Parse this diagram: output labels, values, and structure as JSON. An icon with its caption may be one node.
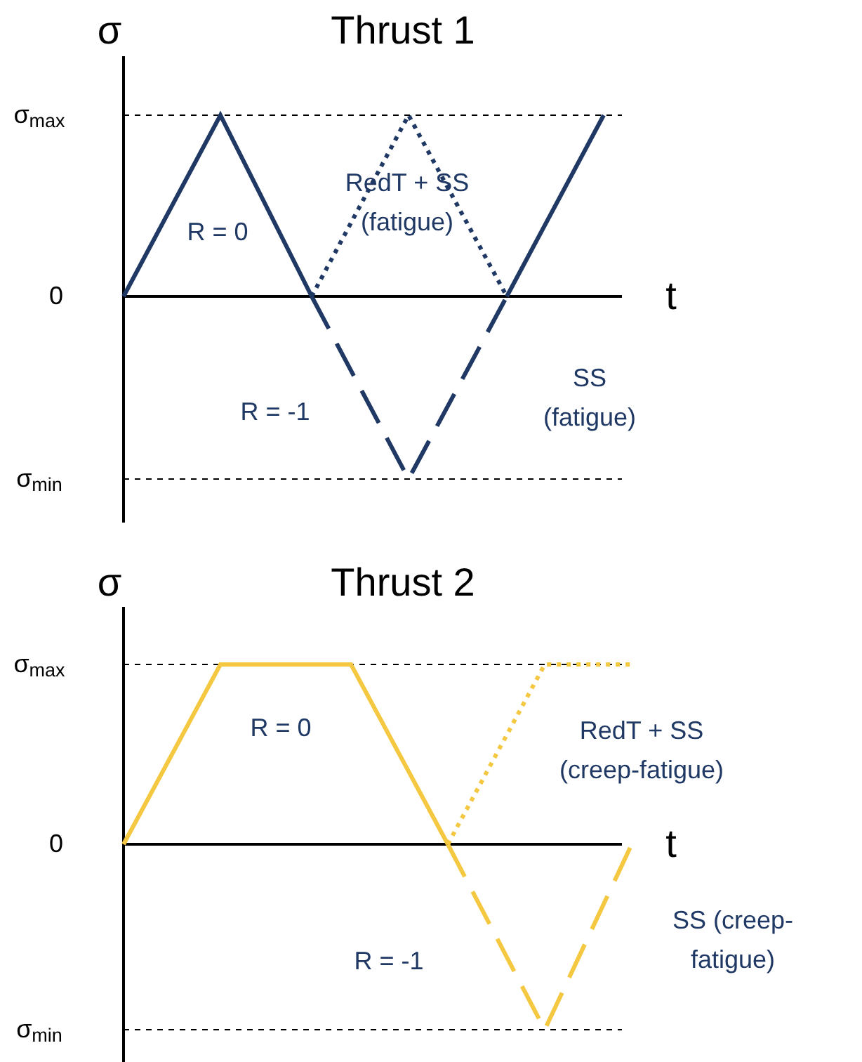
{
  "diagram": {
    "labels": [
      "σ",
      "Thrust 1",
      "σ$_{max}$",
      "RedT + SS (fatigue)",
      "R = 0",
      "0",
      "t",
      "R = -1",
      "SS (fatigue)",
      "σ$_{min}$",
      "σ",
      "Thrust 2",
      "σ$_{max}$",
      "R = 0",
      "RedT + SS (creep-fatigue)",
      "0",
      "t",
      "SS (creep-fatigue)",
      "R = -1",
      "σ$_{min}$"
    ]
  }
}
